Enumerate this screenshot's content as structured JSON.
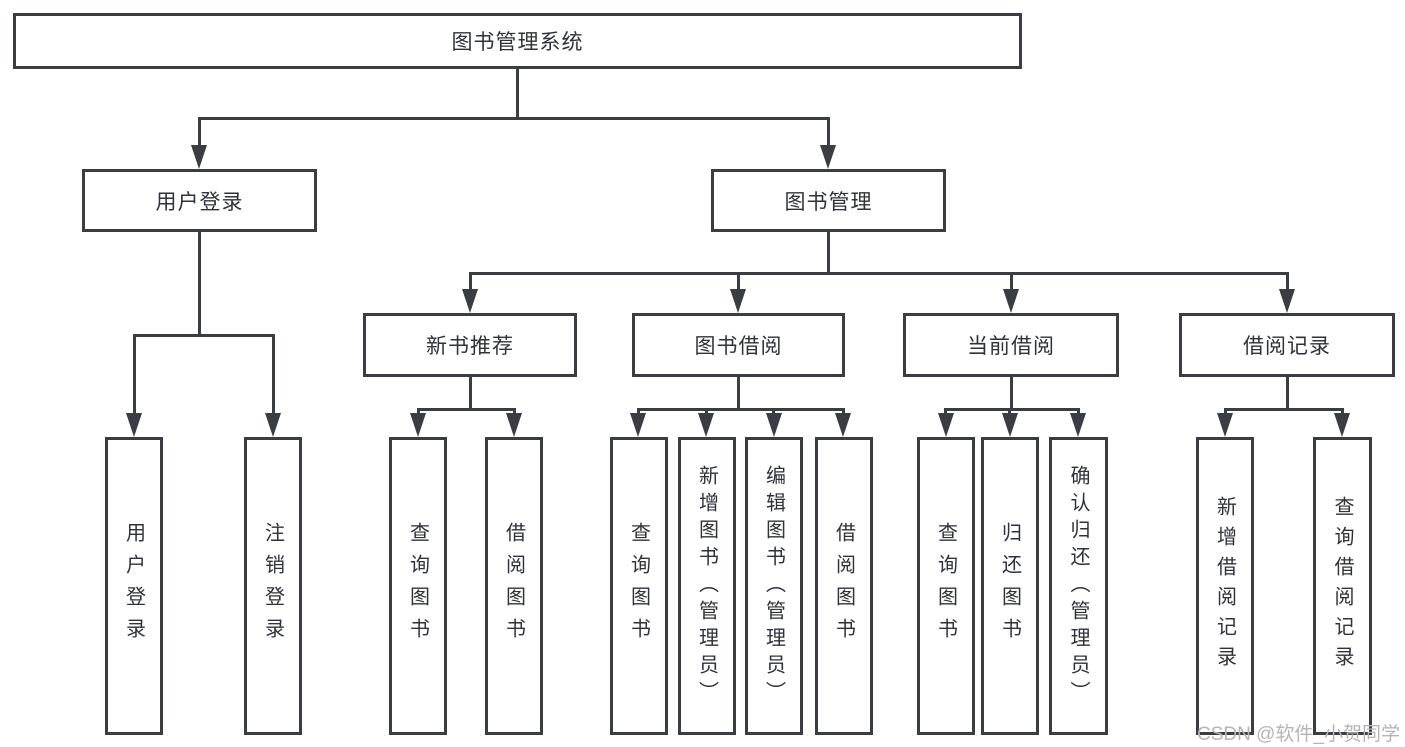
{
  "diagram": {
    "type": "tree-function-structure",
    "root": {
      "label": "图书管理系统",
      "children": [
        {
          "label": "用户登录",
          "children": [
            {
              "label": "用户登录"
            },
            {
              "label": "注销登录"
            }
          ]
        },
        {
          "label": "图书管理",
          "children": [
            {
              "label": "新书推荐",
              "children": [
                {
                  "label": "查询图书"
                },
                {
                  "label": "借阅图书"
                }
              ]
            },
            {
              "label": "图书借阅",
              "children": [
                {
                  "label": "查询图书"
                },
                {
                  "label": "新增图书（管理员）"
                },
                {
                  "label": "编辑图书（管理员）"
                },
                {
                  "label": "借阅图书"
                }
              ]
            },
            {
              "label": "当前借阅",
              "children": [
                {
                  "label": "查询图书"
                },
                {
                  "label": "归还图书"
                },
                {
                  "label": "确认归还（管理员）"
                }
              ]
            },
            {
              "label": "借阅记录",
              "children": [
                {
                  "label": "新增借阅记录"
                },
                {
                  "label": "查询借阅记录"
                }
              ]
            }
          ]
        }
      ]
    }
  },
  "watermark": {
    "text": "CSDN @软件_小贺同学"
  },
  "colors": {
    "line": "#3a3d42",
    "text": "#2f323a",
    "box_bg": "#ffffff",
    "watermark": "#b5b5b5"
  }
}
